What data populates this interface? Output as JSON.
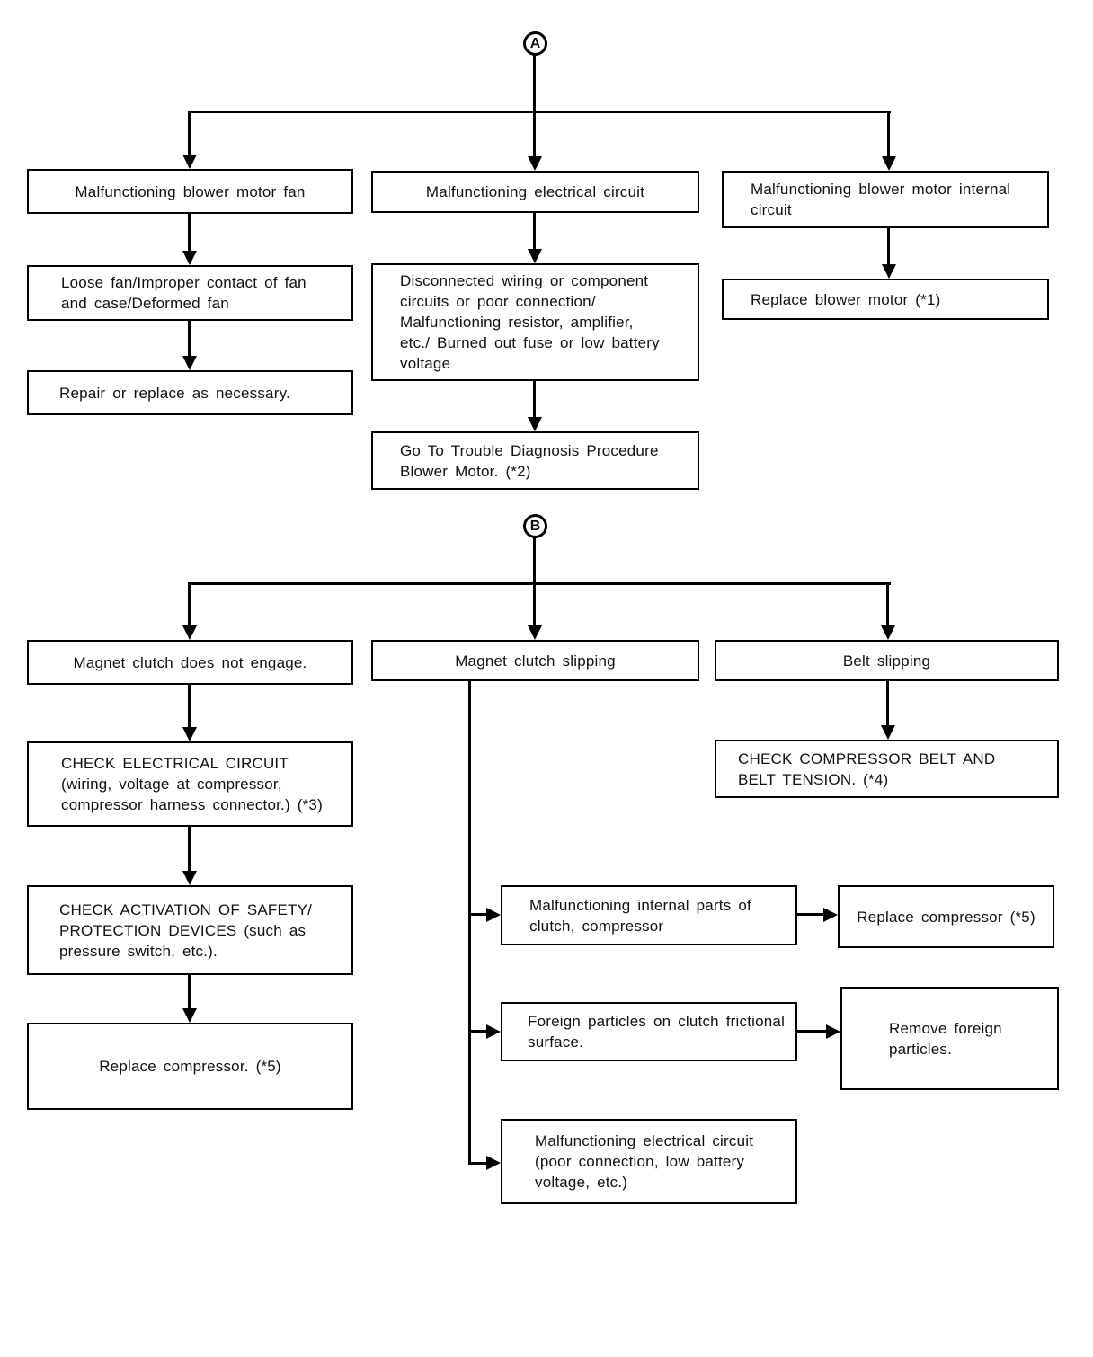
{
  "colors": {
    "line": "#000000",
    "background": "#ffffff",
    "text": "#111111"
  },
  "flowchart": {
    "section_a": {
      "connector_label": "A",
      "fan": {
        "symptom": "Malfunctioning blower motor fan",
        "cause": "Loose fan/Improper contact of fan\nand case/Deformed fan",
        "action": "Repair or replace as necessary."
      },
      "electrical": {
        "symptom": "Malfunctioning electrical circuit",
        "cause": "Disconnected wiring or component\ncircuits or poor connection/\nMalfunctioning resistor, amplifier,\netc./ Burned out fuse or low battery\nvoltage",
        "action": "Go To Trouble Diagnosis Procedure\nBlower Motor. (*2)"
      },
      "blower_internal": {
        "symptom": "Malfunctioning blower motor internal\ncircuit",
        "action": "Replace blower motor (*1)"
      }
    },
    "section_b": {
      "connector_label": "B",
      "clutch_not_engage": {
        "symptom": "Magnet clutch does not engage.",
        "check_1": "CHECK ELECTRICAL CIRCUIT\n(wiring, voltage at compressor,\ncompressor harness connector.) (*3)",
        "check_2": "CHECK ACTIVATION OF SAFETY/\nPROTECTION DEVICES (such as\npressure switch, etc.).",
        "action": "Replace compressor. (*5)"
      },
      "clutch_slipping": {
        "symptom": "Magnet clutch slipping",
        "causes": [
          {
            "cause": "Malfunctioning internal parts of\nclutch, compressor",
            "action": "Replace compressor (*5)"
          },
          {
            "cause": "Foreign particles on clutch frictional\nsurface.",
            "action": "Remove foreign\nparticles."
          },
          {
            "cause": "Malfunctioning electrical circuit\n(poor connection, low battery\nvoltage, etc.)"
          }
        ]
      },
      "belt_slipping": {
        "symptom": "Belt slipping",
        "action": "CHECK COMPRESSOR BELT AND\nBELT TENSION. (*4)"
      }
    }
  }
}
